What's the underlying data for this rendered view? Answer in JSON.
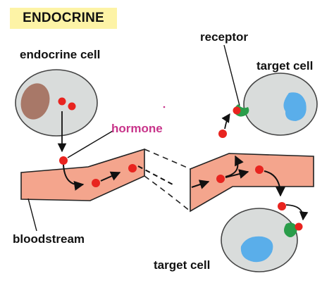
{
  "title": "ENDOCRINE",
  "labels": {
    "endocrine_cell": "endocrine cell",
    "hormone": "hormone",
    "receptor": "receptor",
    "target_cell_top": "target cell",
    "target_cell_bottom": "target cell",
    "bloodstream": "bloodstream"
  },
  "colors": {
    "title_bg": "#fdf3a6",
    "blood": "#f4a58d",
    "cell_fill": "#d9dcdb",
    "nucleus_endocrine": "#a87868",
    "nucleus_target": "#5aaeea",
    "hormone": "#e8241f",
    "receptor": "#2a9d4a",
    "hormone_label": "#c8348a"
  }
}
